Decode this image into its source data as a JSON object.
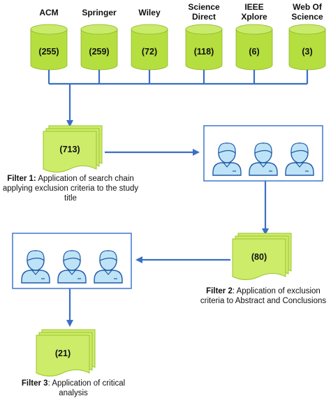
{
  "databases": [
    {
      "name_lines": [
        "ACM"
      ],
      "count": "(255)"
    },
    {
      "name_lines": [
        "Springer"
      ],
      "count": "(259)"
    },
    {
      "name_lines": [
        "Wiley"
      ],
      "count": "(72)"
    },
    {
      "name_lines": [
        "Science",
        "Direct"
      ],
      "count": "(118)"
    },
    {
      "name_lines": [
        "IEEE",
        "Xplore"
      ],
      "count": "(6)"
    },
    {
      "name_lines": [
        "Web Of",
        "Science"
      ],
      "count": "(3)"
    }
  ],
  "stages": [
    {
      "count": "(713)",
      "filter_label": "Filter 1:",
      "filter_text": "Application of search chain applying exclusion criteria to the study title"
    },
    {
      "count": "(80)",
      "filter_label": "Filter 2",
      "filter_text": ": Application of exclusion criteria to Abstract and Conclusions"
    },
    {
      "count": "(21)",
      "filter_label": "Filter 3",
      "filter_text": ": Application of critical analysis"
    }
  ],
  "colors": {
    "cylinder_fill": "#b5de3f",
    "cylinder_top": "#c9ea6a",
    "document_fill": "#cdec69",
    "connector_blue": "#3a6fc4",
    "panel_border": "#4a7fd0",
    "person_fill": "#bfe3f6",
    "person_stroke": "#1f5aa8"
  },
  "icons": [
    "database-cylinder-icon",
    "document-stack-icon",
    "reviewer-person-icon"
  ]
}
